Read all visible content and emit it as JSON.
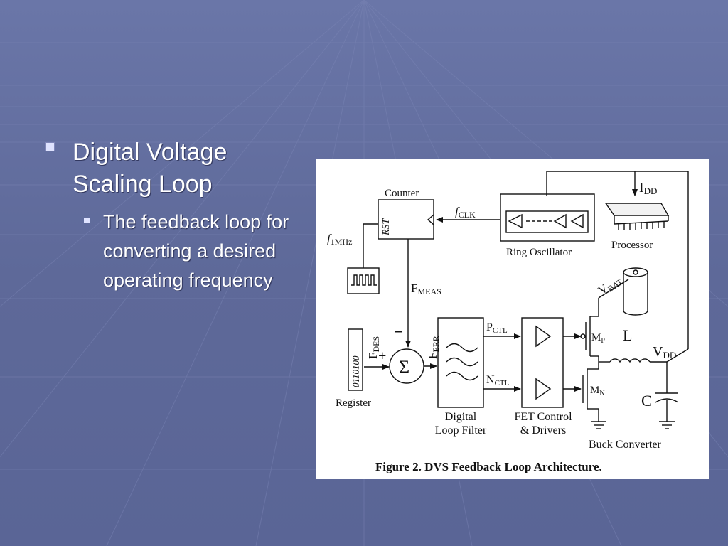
{
  "slide": {
    "bullet1": "Digital Voltage Scaling Loop",
    "bullet2": "The feedback loop for converting a desired operating frequency"
  },
  "colors": {
    "background": "#5f6a9c",
    "text": "#ffffff",
    "figure_bg": "#ffffff"
  },
  "figure": {
    "caption": "Figure 2. DVS Feedback Loop Architecture.",
    "counter_label": "Counter",
    "rst_label": "RST",
    "fclk_main": "f",
    "fclk_sub": "CLK",
    "f1mhz_main": "f",
    "f1mhz_sub": "1MHz",
    "ring_oscillator_label": "Ring Oscillator",
    "idd_main": "I",
    "idd_sub": "DD",
    "processor_label": "Processor",
    "vbat_main": "V",
    "vbat_sub": "BAT",
    "fmeas_main": "F",
    "fmeas_sub": "MEAS",
    "register_value": "0110100",
    "register_label": "Register",
    "fdes_main": "F",
    "fdes_sub": "DES",
    "plus_sign": "+",
    "minus_sign": "−",
    "sigma": "Σ",
    "ferr_main": "F",
    "ferr_sub": "ERR",
    "pctl_main": "P",
    "pctl_sub": "CTL",
    "nctl_main": "N",
    "nctl_sub": "CTL",
    "loop_filter_line1": "Digital",
    "loop_filter_line2": "Loop Filter",
    "fet_line1": "FET Control",
    "fet_line2": "& Drivers",
    "mp_main": "M",
    "mp_sub": "P",
    "mn_main": "M",
    "mn_sub": "N",
    "inductor_label": "L",
    "vdd_main": "V",
    "vdd_sub": "DD",
    "cap_label": "C",
    "buck_label": "Buck Converter"
  }
}
